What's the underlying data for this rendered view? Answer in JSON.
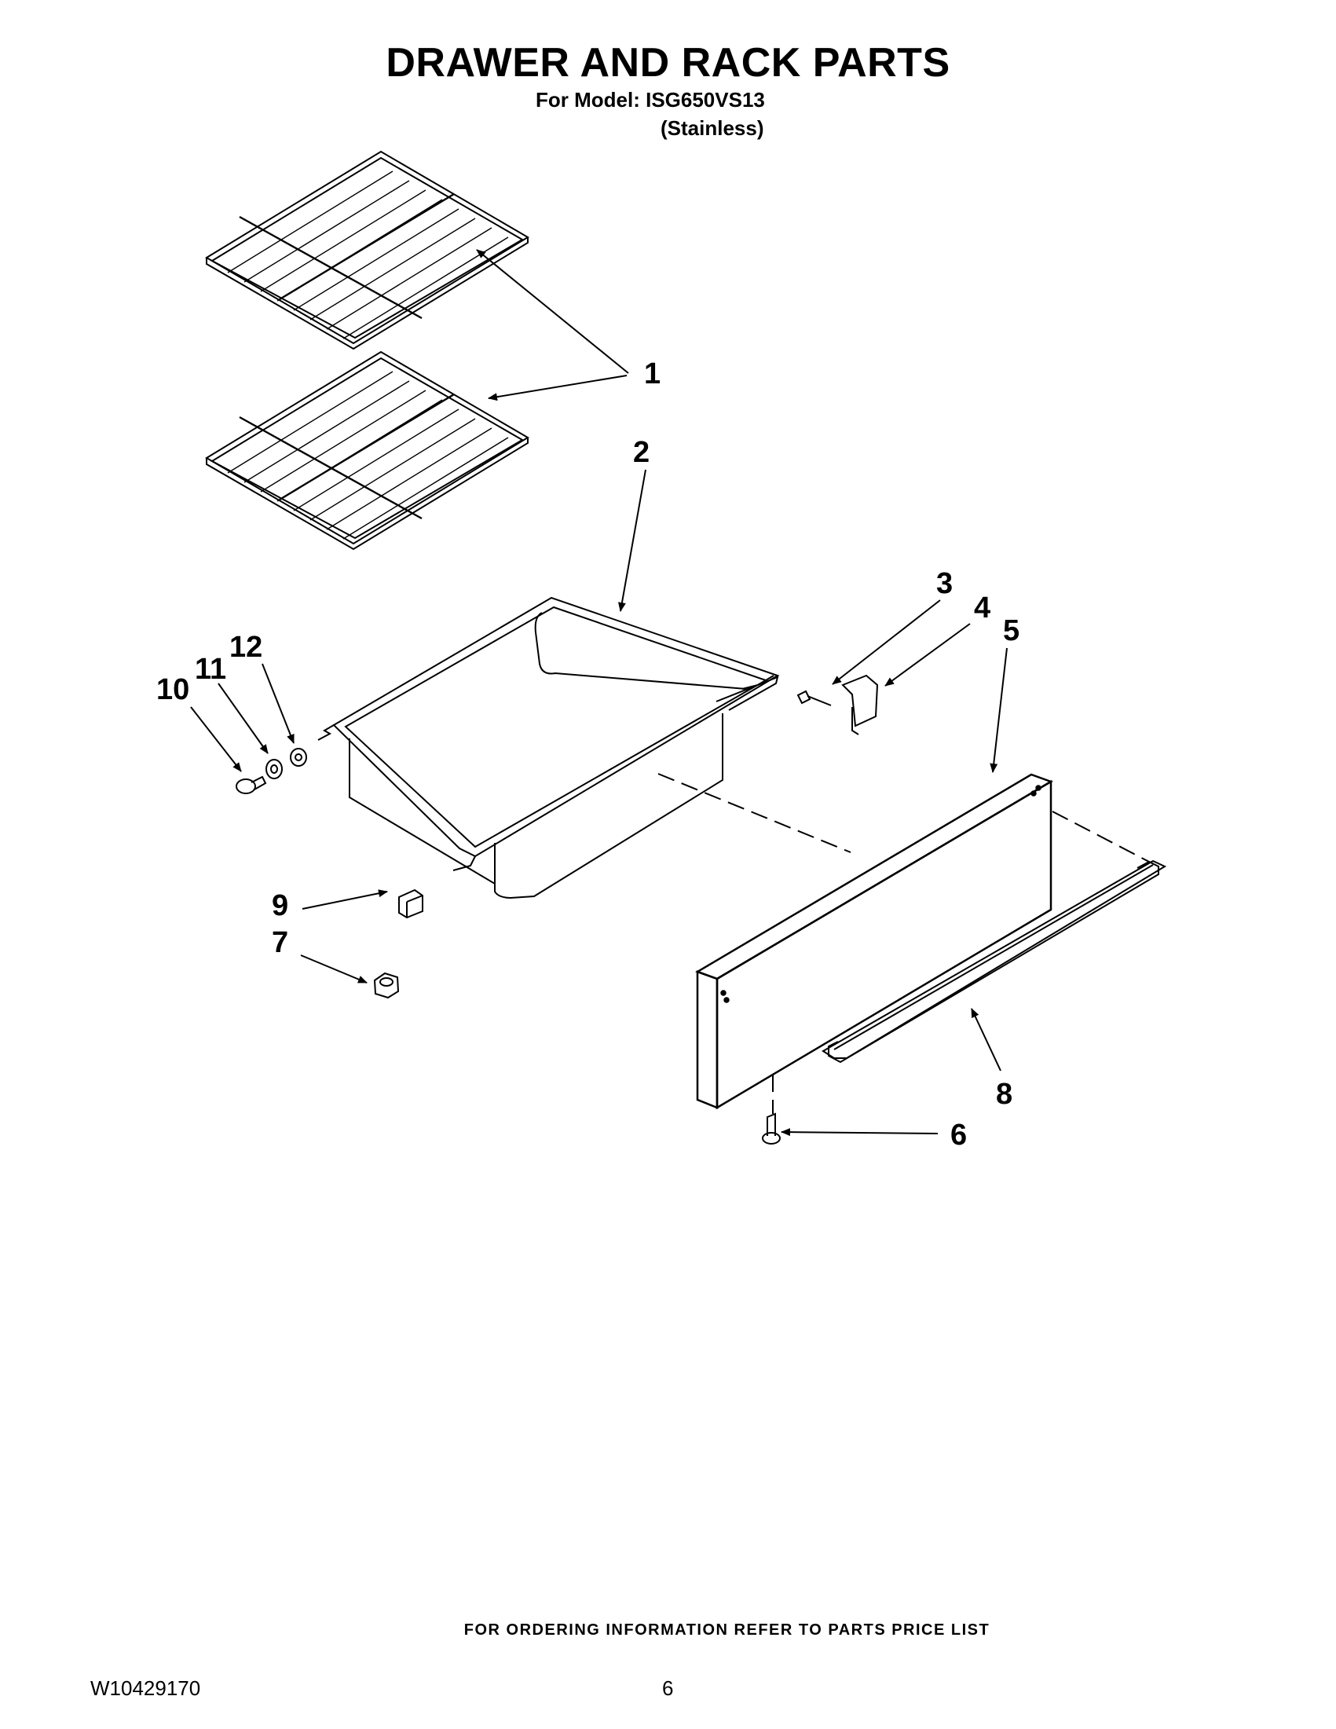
{
  "header": {
    "title": "DRAWER AND RACK PARTS",
    "model_line": "For Model: ISG650VS13",
    "variant_line": "(Stainless)"
  },
  "callouts": [
    "1",
    "2",
    "3",
    "4",
    "5",
    "6",
    "7",
    "8",
    "9",
    "10",
    "11",
    "12"
  ],
  "footer": {
    "ordering_note": "FOR ORDERING INFORMATION REFER TO PARTS PRICE LIST",
    "document_number": "W10429170",
    "page_number": "6"
  }
}
